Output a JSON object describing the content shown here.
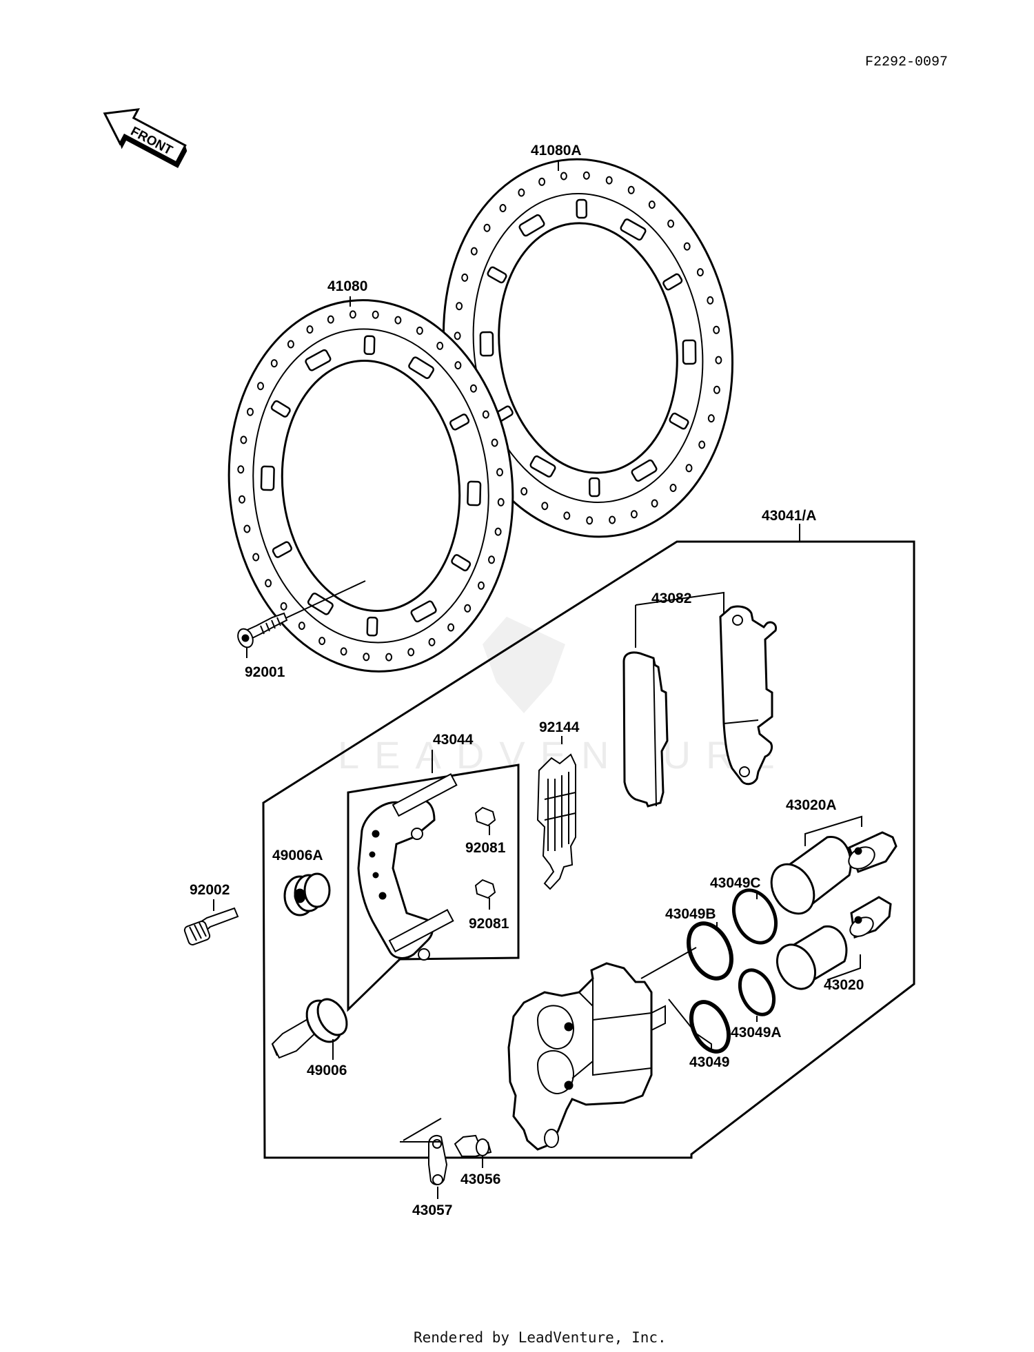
{
  "diagram": {
    "ref_code": "F2292-0097",
    "front_label": "FRONT",
    "watermark": "LEADVENTURE",
    "footer": "Rendered by LeadVenture, Inc.",
    "parts": [
      {
        "id": "41080A",
        "label": "41080A"
      },
      {
        "id": "41080",
        "label": "41080"
      },
      {
        "id": "92001",
        "label": "92001"
      },
      {
        "id": "43041-A",
        "label": "43041/A"
      },
      {
        "id": "43082",
        "label": "43082"
      },
      {
        "id": "43044",
        "label": "43044"
      },
      {
        "id": "92144",
        "label": "92144"
      },
      {
        "id": "92081-a",
        "label": "92081"
      },
      {
        "id": "92081-b",
        "label": "92081"
      },
      {
        "id": "49006A",
        "label": "49006A"
      },
      {
        "id": "92002",
        "label": "92002"
      },
      {
        "id": "43020A",
        "label": "43020A"
      },
      {
        "id": "43049C",
        "label": "43049C"
      },
      {
        "id": "43049B",
        "label": "43049B"
      },
      {
        "id": "43020",
        "label": "43020"
      },
      {
        "id": "43049A",
        "label": "43049A"
      },
      {
        "id": "43049",
        "label": "43049"
      },
      {
        "id": "49006",
        "label": "49006"
      },
      {
        "id": "43056",
        "label": "43056"
      },
      {
        "id": "43057",
        "label": "43057"
      }
    ]
  }
}
